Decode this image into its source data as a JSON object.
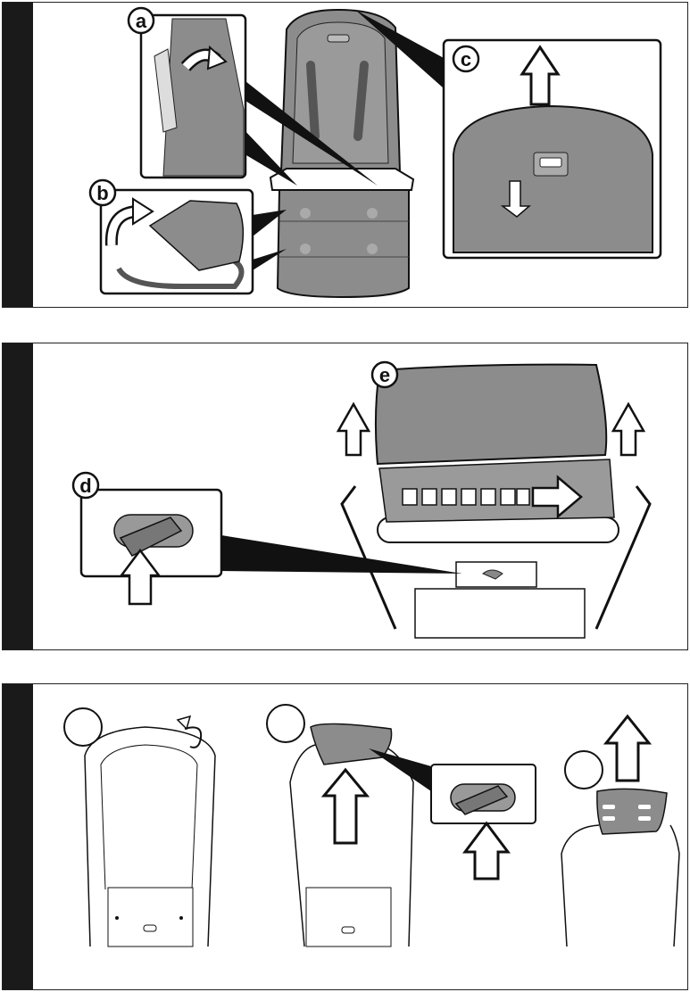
{
  "panels": [
    {
      "id": "panel-1",
      "step_labels": [
        "a",
        "b",
        "c"
      ]
    },
    {
      "id": "panel-2",
      "step_labels": [
        "d",
        "e"
      ]
    },
    {
      "id": "panel-3",
      "step_labels": [
        "",
        "",
        ""
      ]
    }
  ],
  "colors": {
    "fabric": "#8c8c8c",
    "fabric_light": "#a8a8a8",
    "outline": "#111111",
    "sidebar": "#1a1a1a",
    "arrow_fill": "#ffffff"
  }
}
